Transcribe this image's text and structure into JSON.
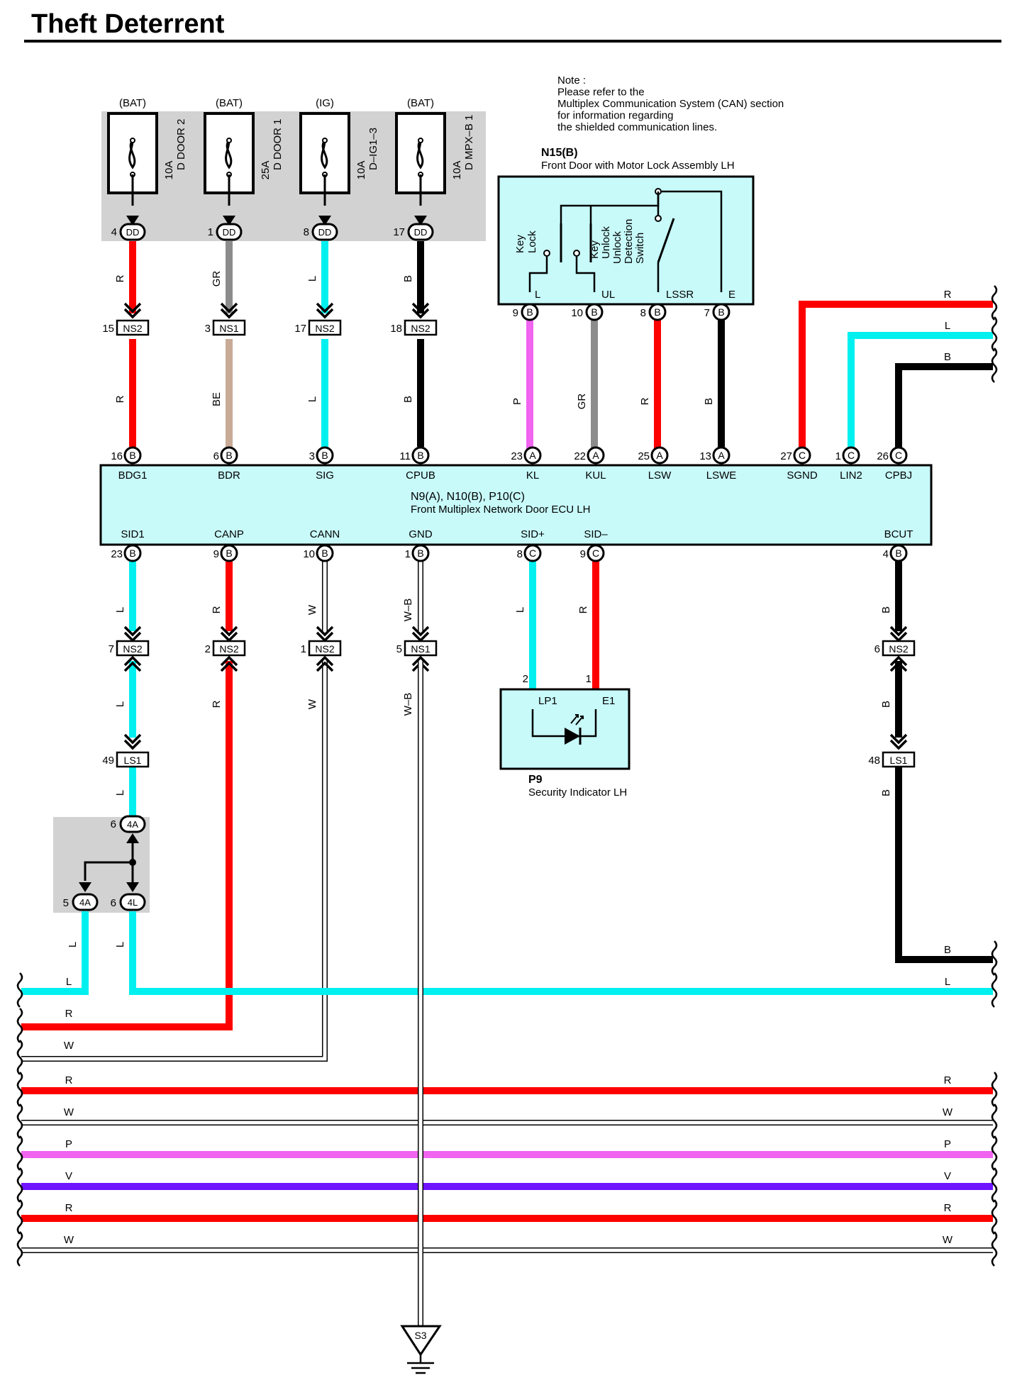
{
  "title": "Theft Deterrent",
  "colors": {
    "R": "#ff0000",
    "L": "#00f0f0",
    "B": "#000000",
    "GR": "#8c8c8c",
    "BE": "#c8aa96",
    "P": "#f064f0",
    "V": "#6e14ff",
    "W": "#ffffff",
    "panel": "#c8fafa",
    "fuse_box": "#d2d2d2"
  },
  "note": [
    "Note :",
    "Please refer to the",
    "Multiplex Communication System (CAN) section",
    "for information regarding",
    "the shielded communication lines."
  ],
  "fuses": [
    {
      "source": "(BAT)",
      "rating": "10A",
      "name": "D DOOR 2",
      "pin": "4",
      "conn": "DD",
      "wire_top": "R",
      "splice": "NS2",
      "splice_pin": "15",
      "wire_bottom": "R"
    },
    {
      "source": "(BAT)",
      "rating": "25A",
      "name": "D DOOR 1",
      "pin": "1",
      "conn": "DD",
      "wire_top": "GR",
      "splice": "NS1",
      "splice_pin": "3",
      "wire_bottom": "BE"
    },
    {
      "source": "(IG)",
      "rating": "10A",
      "name": "D–IG1–3",
      "pin": "8",
      "conn": "DD",
      "wire_top": "L",
      "splice": "NS2",
      "splice_pin": "17",
      "wire_bottom": "L"
    },
    {
      "source": "(BAT)",
      "rating": "10A",
      "name": "D MPX–B 1",
      "pin": "17",
      "conn": "DD",
      "wire_top": "B",
      "splice": "NS2",
      "splice_pin": "18",
      "wire_bottom": "B"
    }
  ],
  "lock_assembly": {
    "id": "N15(B)",
    "name": "Front Door with Motor Lock Assembly LH",
    "switch_labels": [
      "Key",
      "Lock",
      "Key",
      "Unlock",
      "Unlock",
      "Detection",
      "Switch"
    ],
    "terminals": [
      "L",
      "UL",
      "LSSR",
      "E"
    ],
    "pins": [
      {
        "no": "9",
        "conn": "B",
        "wire": "P"
      },
      {
        "no": "10",
        "conn": "B",
        "wire": "GR"
      },
      {
        "no": "8",
        "conn": "B",
        "wire": "R"
      },
      {
        "no": "7",
        "conn": "B",
        "wire": "B"
      }
    ]
  },
  "ecu": {
    "id": "N9(A), N10(B), P10(C)",
    "name": "Front Multiplex Network Door ECU LH",
    "top_terminals": [
      {
        "pin": "16",
        "conn": "B",
        "name": "BDG1"
      },
      {
        "pin": "6",
        "conn": "B",
        "name": "BDR"
      },
      {
        "pin": "3",
        "conn": "B",
        "name": "SIG"
      },
      {
        "pin": "11",
        "conn": "B",
        "name": "CPUB"
      },
      {
        "pin": "23",
        "conn": "A",
        "name": "KL"
      },
      {
        "pin": "22",
        "conn": "A",
        "name": "KUL"
      },
      {
        "pin": "25",
        "conn": "A",
        "name": "LSW"
      },
      {
        "pin": "13",
        "conn": "A",
        "name": "LSWE"
      },
      {
        "pin": "27",
        "conn": "C",
        "name": "SGND"
      },
      {
        "pin": "1",
        "conn": "C",
        "name": "LIN2"
      },
      {
        "pin": "26",
        "conn": "C",
        "name": "CPBJ"
      }
    ],
    "bottom_terminals": [
      {
        "pin": "23",
        "conn": "B",
        "name": "SID1"
      },
      {
        "pin": "9",
        "conn": "B",
        "name": "CANP"
      },
      {
        "pin": "10",
        "conn": "B",
        "name": "CANN"
      },
      {
        "pin": "1",
        "conn": "B",
        "name": "GND"
      },
      {
        "pin": "8",
        "conn": "C",
        "name": "SID+"
      },
      {
        "pin": "9",
        "conn": "C",
        "name": "SID–"
      },
      {
        "pin": "4",
        "conn": "B",
        "name": "BCUT"
      }
    ]
  },
  "right_wires": [
    "R",
    "L",
    "B"
  ],
  "lower_splices": [
    {
      "pin": "7",
      "conn": "NS2",
      "wire_above": "L",
      "wire_below": "L"
    },
    {
      "pin": "2",
      "conn": "NS2",
      "wire_above": "R",
      "wire_below": "R"
    },
    {
      "pin": "1",
      "conn": "NS2",
      "wire_above": "W",
      "wire_below": "W"
    },
    {
      "pin": "5",
      "conn": "NS1",
      "wire_above": "W–B",
      "wire_below": "W–B"
    },
    {
      "pin": "6",
      "conn": "NS2",
      "wire_above": "B",
      "wire_below": "B"
    }
  ],
  "ls1_left": {
    "pin": "49",
    "conn": "LS1",
    "wire_below": "L"
  },
  "ls1_right": {
    "pin": "48",
    "conn": "LS1",
    "wire_below": "B"
  },
  "junction": {
    "top": {
      "pin": "6",
      "conn": "4A"
    },
    "left": {
      "pin": "5",
      "conn": "4A"
    },
    "right": {
      "pin": "6",
      "conn": "4L"
    },
    "wire_left": "L",
    "wire_right": "L"
  },
  "indicator": {
    "id": "P9",
    "name": "Security Indicator LH",
    "pin_left": "2",
    "pin_right": "1",
    "term_left": "LP1",
    "term_right": "E1",
    "wire_left": "L",
    "wire_right": "R"
  },
  "ground": {
    "id": "S3"
  },
  "bus_lines": [
    {
      "color": "L",
      "left": "L",
      "right": "L"
    },
    {
      "color": "R",
      "left": "R",
      "right": ""
    },
    {
      "color": "W",
      "left": "W",
      "right": ""
    },
    {
      "color": "R",
      "left": "R",
      "right": "R"
    },
    {
      "color": "W",
      "left": "W",
      "right": "W"
    },
    {
      "color": "P",
      "left": "P",
      "right": "P"
    },
    {
      "color": "V",
      "left": "V",
      "right": "V"
    },
    {
      "color": "R",
      "left": "R",
      "right": "R"
    },
    {
      "color": "W",
      "left": "W",
      "right": "W"
    }
  ],
  "right_b_label": "B"
}
